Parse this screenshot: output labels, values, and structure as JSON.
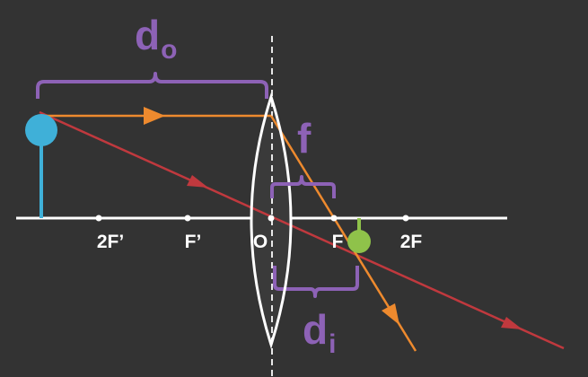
{
  "colors": {
    "background": "#333333",
    "axis": "#ffffff",
    "lens": "#ffffff",
    "dimension": "#8d62b6",
    "object": "#3fb0d8",
    "image": "#8fc24a",
    "parallel_ray": "#ee8a2e",
    "center_ray": "#c0393e"
  },
  "icons": {
    "lens": "biconvex-lens-icon",
    "object": "ball-on-stick-icon",
    "image": "inverted-ball-icon",
    "arrow": "ray-direction-arrow-icon"
  },
  "axis_points": {
    "two_f_prime": "2F’",
    "f_prime": "F’",
    "o": "O",
    "f": "F",
    "two_f": "2F"
  },
  "dimensions": {
    "object_distance": {
      "symbol": "d",
      "subscript": "o"
    },
    "focal_length": {
      "symbol": "f"
    },
    "image_distance": {
      "symbol": "d",
      "subscript": "i"
    }
  }
}
